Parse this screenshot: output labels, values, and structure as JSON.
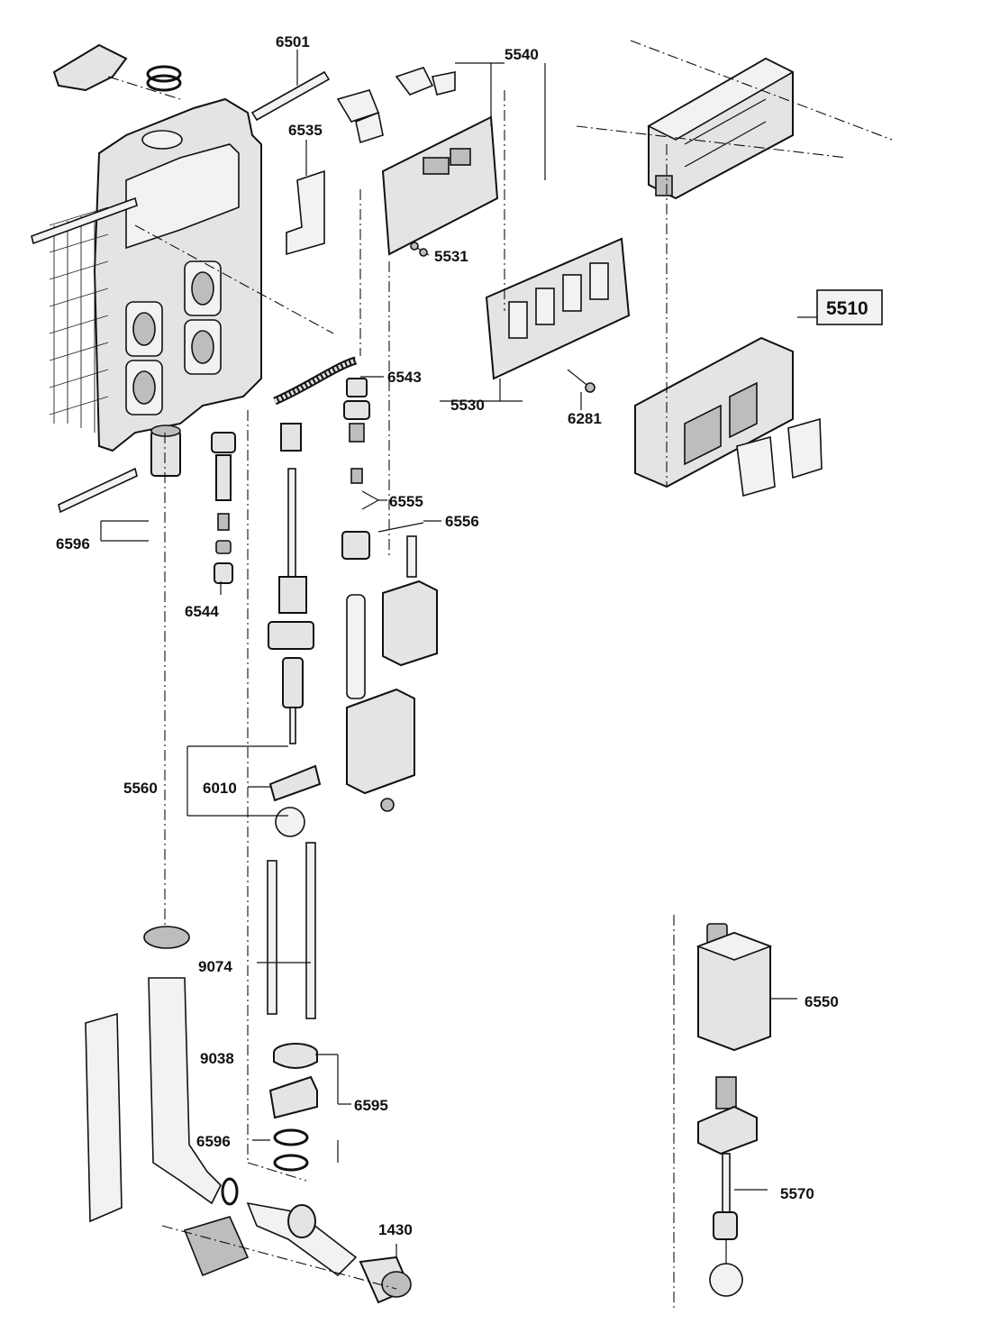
{
  "labels": {
    "l6501": "6501",
    "l5540": "5540",
    "l6535": "6535",
    "l5531": "5531",
    "l5510": "5510",
    "l6543": "6543",
    "l5530": "5530",
    "l6281": "6281",
    "l6555": "6555",
    "l6556": "6556",
    "l6596a": "6596",
    "l6544": "6544",
    "l5560": "5560",
    "l6010": "6010",
    "l9074": "9074",
    "l6550": "6550",
    "l9038": "9038",
    "l6595": "6595",
    "l6596b": "6596",
    "l5570": "5570",
    "l1430": "1430"
  }
}
